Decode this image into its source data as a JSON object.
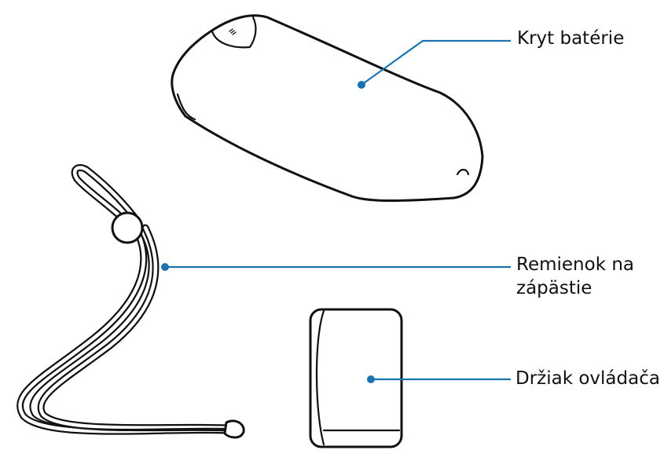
{
  "labels": {
    "battery_cover": "Kryt batérie",
    "wrist_strap_line1": "Remienok na",
    "wrist_strap_line2": "zápästie",
    "controller_holder": "Držiak ovládača"
  },
  "colors": {
    "outline": "#111111",
    "leader": "#1a73b0",
    "dot": "#1a73b0",
    "background": "#ffffff"
  },
  "icons": {
    "battery_cover": "battery-cover-icon",
    "wrist_strap": "wrist-strap-icon",
    "controller_holder": "controller-holder-icon"
  }
}
